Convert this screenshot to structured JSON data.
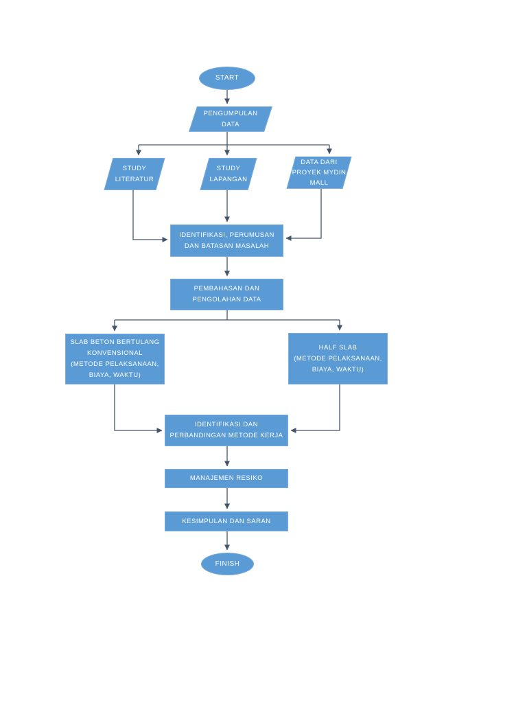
{
  "page": {
    "background_color": "#ffffff",
    "description": "Flowchart of research methodology"
  },
  "flowchart": {
    "colors": {
      "shape_fill": "#5b9bd5",
      "shape_border": "#7aabdc",
      "connector": "#44546a",
      "label_text": "#ffffff"
    },
    "nodes": {
      "start": {
        "type": "ellipse",
        "lines": [
          "START"
        ]
      },
      "pengumpulan": {
        "type": "parallelogram",
        "lines": [
          "PENGUMPULAN",
          "DATA"
        ]
      },
      "literatur": {
        "type": "parallelogram",
        "lines": [
          "STUDY",
          "LITERATUR"
        ]
      },
      "lapangan": {
        "type": "parallelogram",
        "lines": [
          "STUDY",
          "LAPANGAN"
        ]
      },
      "proyek": {
        "type": "parallelogram",
        "lines": [
          "DATA DARI",
          "PROYEK MYDIN",
          "MALL"
        ]
      },
      "perumusan": {
        "type": "rect",
        "lines": [
          "IDENTIFIKASI, PERUMUSAN",
          "DAN BATASAN MASALAH"
        ]
      },
      "pembahasan": {
        "type": "rect",
        "lines": [
          "PEMBAHASAN DAN",
          "PENGOLAHAN DATA"
        ]
      },
      "slab": {
        "type": "rect",
        "lines": [
          "SLAB BETON BERTULANG",
          "KONVENSIONAL",
          "(METODE PELAKSANAAN,",
          "BIAYA, WAKTU)"
        ]
      },
      "halfslab": {
        "type": "rect",
        "lines": [
          "HALF SLAB",
          "(METODE PELAKSANAAN,",
          "BIAYA, WAKTU)"
        ]
      },
      "perbandingan": {
        "type": "rect",
        "lines": [
          "IDENTIFIKASI DAN",
          "PERBANDINGAN METODE KERJA"
        ]
      },
      "manajemen": {
        "type": "rect",
        "lines": [
          "MANAJEMEN RESIKO"
        ]
      },
      "kesimpulan": {
        "type": "rect",
        "lines": [
          "KESIMPULAN DAN SARAN"
        ]
      },
      "finish": {
        "type": "ellipse",
        "lines": [
          "FINISH"
        ]
      }
    },
    "edges": [
      {
        "from": "start",
        "to": "pengumpulan"
      },
      {
        "from": "pengumpulan",
        "to": "literatur"
      },
      {
        "from": "pengumpulan",
        "to": "lapangan"
      },
      {
        "from": "pengumpulan",
        "to": "proyek"
      },
      {
        "from": "literatur",
        "to": "perumusan"
      },
      {
        "from": "lapangan",
        "to": "perumusan"
      },
      {
        "from": "proyek",
        "to": "perumusan"
      },
      {
        "from": "perumusan",
        "to": "pembahasan"
      },
      {
        "from": "pembahasan",
        "to": "slab"
      },
      {
        "from": "pembahasan",
        "to": "halfslab"
      },
      {
        "from": "slab",
        "to": "perbandingan"
      },
      {
        "from": "halfslab",
        "to": "perbandingan"
      },
      {
        "from": "perbandingan",
        "to": "manajemen"
      },
      {
        "from": "manajemen",
        "to": "kesimpulan"
      },
      {
        "from": "kesimpulan",
        "to": "finish"
      }
    ]
  }
}
